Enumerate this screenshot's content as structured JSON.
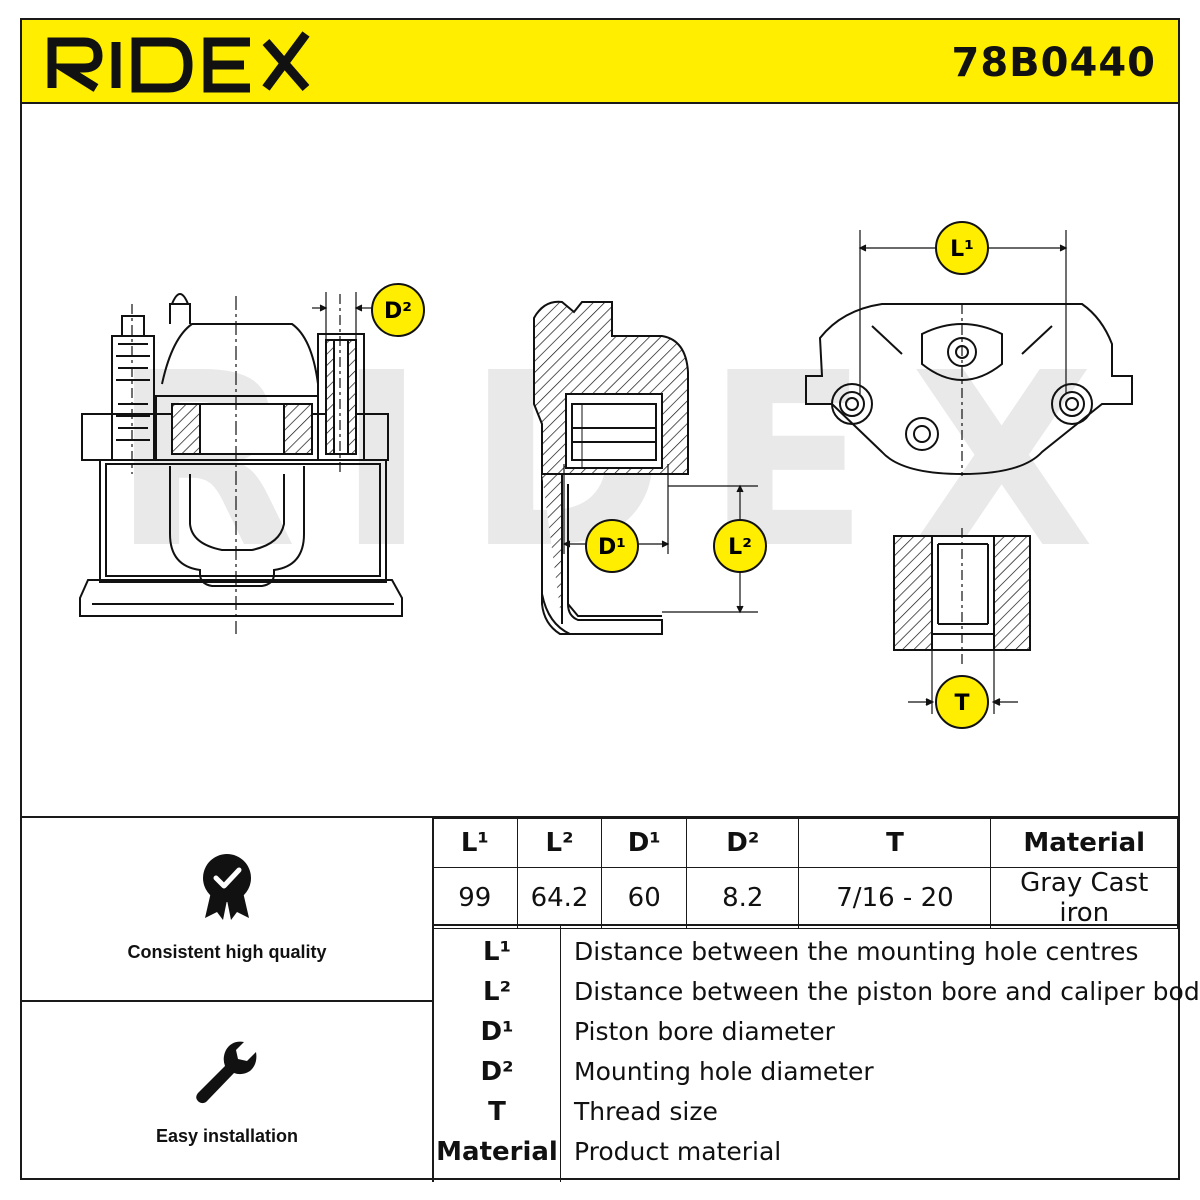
{
  "header": {
    "brand": "RIDEX",
    "part_number": "78B0440"
  },
  "watermark": "RIDEX",
  "drawing_labels": {
    "l1": "L¹",
    "l2": "L²",
    "d1": "D¹",
    "d2": "D²",
    "t": "T"
  },
  "features": [
    {
      "icon": "quality-badge-icon",
      "label": "Consistent high quality"
    },
    {
      "icon": "wrench-icon",
      "label": "Easy installation"
    }
  ],
  "dimensions": {
    "headers": [
      "L¹",
      "L²",
      "D¹",
      "D²",
      "T",
      "Material"
    ],
    "values": [
      "99",
      "64.2",
      "60",
      "8.2",
      "7/16 - 20",
      "Gray Cast iron"
    ]
  },
  "legend": [
    {
      "key": "L¹",
      "desc": "Distance between the mounting hole centres"
    },
    {
      "key": "L²",
      "desc": "Distance between the piston bore and caliper body"
    },
    {
      "key": "D¹",
      "desc": "Piston bore diameter"
    },
    {
      "key": "D²",
      "desc": "Mounting hole diameter"
    },
    {
      "key": "T",
      "desc": "Thread size"
    },
    {
      "key": "Material",
      "desc": "Product material"
    }
  ],
  "colors": {
    "accent": "#ffee00",
    "line": "#1a1a1a",
    "watermark": "#e6e6e6"
  }
}
